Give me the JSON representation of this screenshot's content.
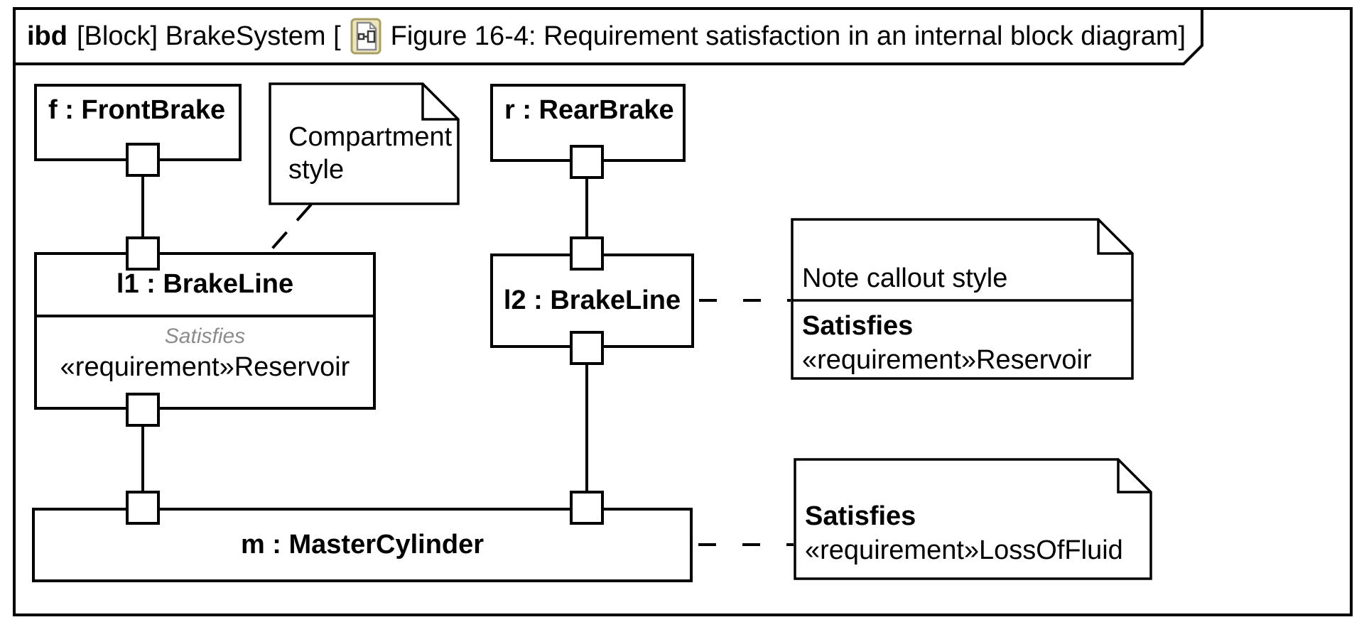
{
  "frame": {
    "kind": "ibd",
    "header_meta": "[Block] BrakeSystem [",
    "figure_title": "Figure 16-4: Requirement satisfaction in an internal block diagram]",
    "diagram_icon": "ibd-diagram-icon"
  },
  "blocks": {
    "front_brake": {
      "label": "f : FrontBrake"
    },
    "rear_brake": {
      "label": "r : RearBrake"
    },
    "brake_line_1": {
      "label": "l1 : BrakeLine",
      "compartment_heading": "Satisfies",
      "compartment_item": "«requirement»Reservoir"
    },
    "brake_line_2": {
      "label": "l2 : BrakeLine"
    },
    "master_cylinder": {
      "label": "m : MasterCylinder"
    }
  },
  "notes": {
    "compartment_style": {
      "text": "Compartment style"
    },
    "note_callout": {
      "title": "Note callout style",
      "heading": "Satisfies",
      "item": "«requirement»Reservoir"
    },
    "loss_of_fluid": {
      "heading": "Satisfies",
      "item": "«requirement»LossOfFluid"
    }
  },
  "colors": {
    "line": "#000000",
    "background": "#ffffff",
    "satisfies_gray": "#8c8c8c",
    "icon_fill": "#EDE5BD",
    "icon_border": "#A89E66"
  }
}
